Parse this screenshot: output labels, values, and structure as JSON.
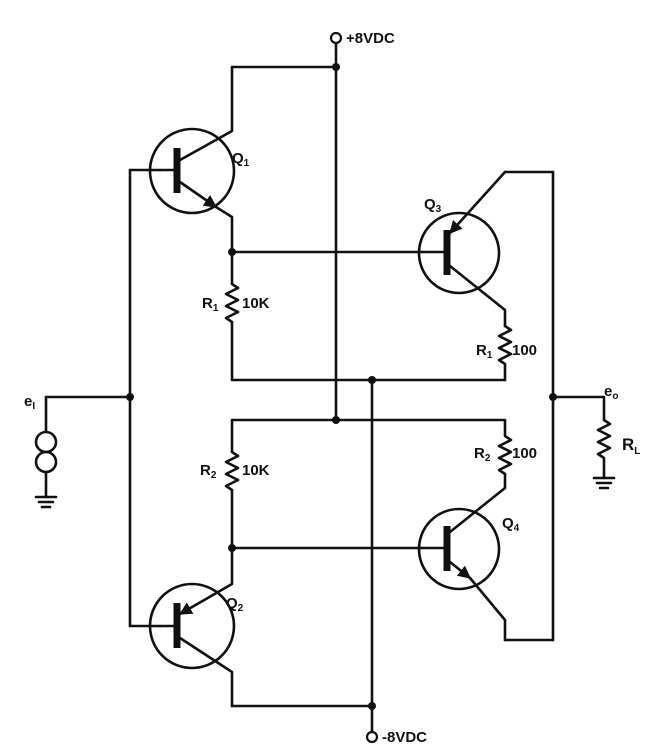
{
  "supply": {
    "positive": "+8VDC",
    "negative": "-8VDC"
  },
  "input": {
    "letter": "e",
    "sub": "I"
  },
  "output": {
    "letter": "e",
    "sub": "o"
  },
  "load": {
    "letter": "R",
    "sub": "L"
  },
  "transistors": {
    "q1": {
      "letter": "Q",
      "sub": "1"
    },
    "q2": {
      "letter": "Q",
      "sub": "2"
    },
    "q3": {
      "letter": "Q",
      "sub": "3"
    },
    "q4": {
      "letter": "Q",
      "sub": "4"
    }
  },
  "resistors": {
    "r1_bias": {
      "letter": "R",
      "sub": "1",
      "value": "10K"
    },
    "r2_bias": {
      "letter": "R",
      "sub": "2",
      "value": "10K"
    },
    "r1_emitter": {
      "letter": "R",
      "sub": "1",
      "value": "100"
    },
    "r2_emitter": {
      "letter": "R",
      "sub": "2",
      "value": "100"
    }
  }
}
